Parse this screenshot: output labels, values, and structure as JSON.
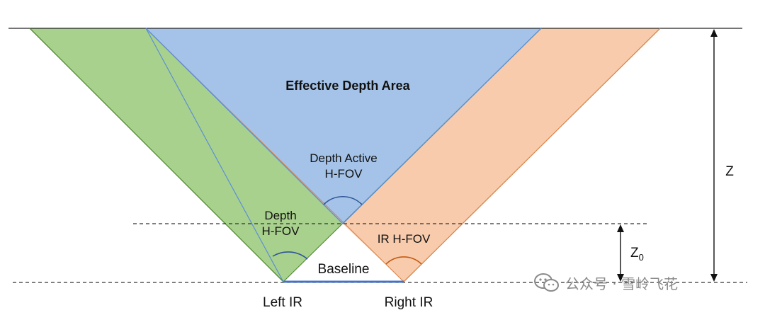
{
  "labels": {
    "effective_area": "Effective Depth Area",
    "depth_active_line1": "Depth Active",
    "depth_active_line2": "H-FOV",
    "depth_line1": "Depth",
    "depth_line2": "H-FOV",
    "ir_hfov": "IR H-FOV",
    "baseline": "Baseline",
    "left_ir": "Left IR",
    "right_ir": "Right IR",
    "z": "Z",
    "z0_main": "Z",
    "z0_sub": "0"
  },
  "watermark": {
    "text": "公众号 · 雪岭飞花",
    "icon": "wechat-icon"
  },
  "colors": {
    "green": "#a9d18e",
    "blue": "#a5c3e8",
    "peach": "#f8cbad",
    "blue_line": "#5b8fd6",
    "green_line": "#4e8a2f",
    "orange_line": "#d9854a",
    "baseline_bar": "#4472c4"
  }
}
